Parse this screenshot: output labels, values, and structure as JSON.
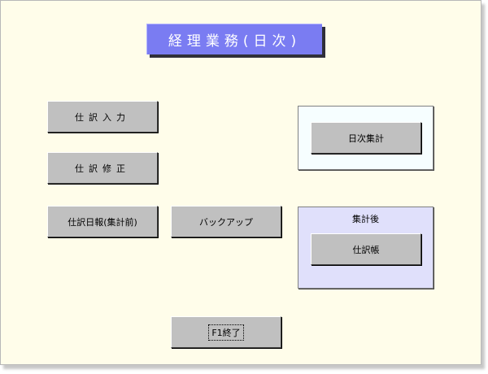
{
  "window": {
    "title": "経理業務(日次)"
  },
  "buttons": {
    "journal_entry": "仕訳入力",
    "journal_correction": "仕訳修正",
    "journal_daily_report": "仕訳日報(集計前)",
    "backup": "バックアップ",
    "daily_aggregation": "日次集計",
    "journal_book": "仕訳帳",
    "exit": "F1終了"
  },
  "panels": {
    "after_aggregation_label": "集計後"
  },
  "colors": {
    "background": "#fffdea",
    "title_bar": "#7a7cf2",
    "button_face": "#c0c0c0",
    "aggregation_panel": "#f6feff",
    "after_aggregation_panel": "#e0e0fb"
  }
}
